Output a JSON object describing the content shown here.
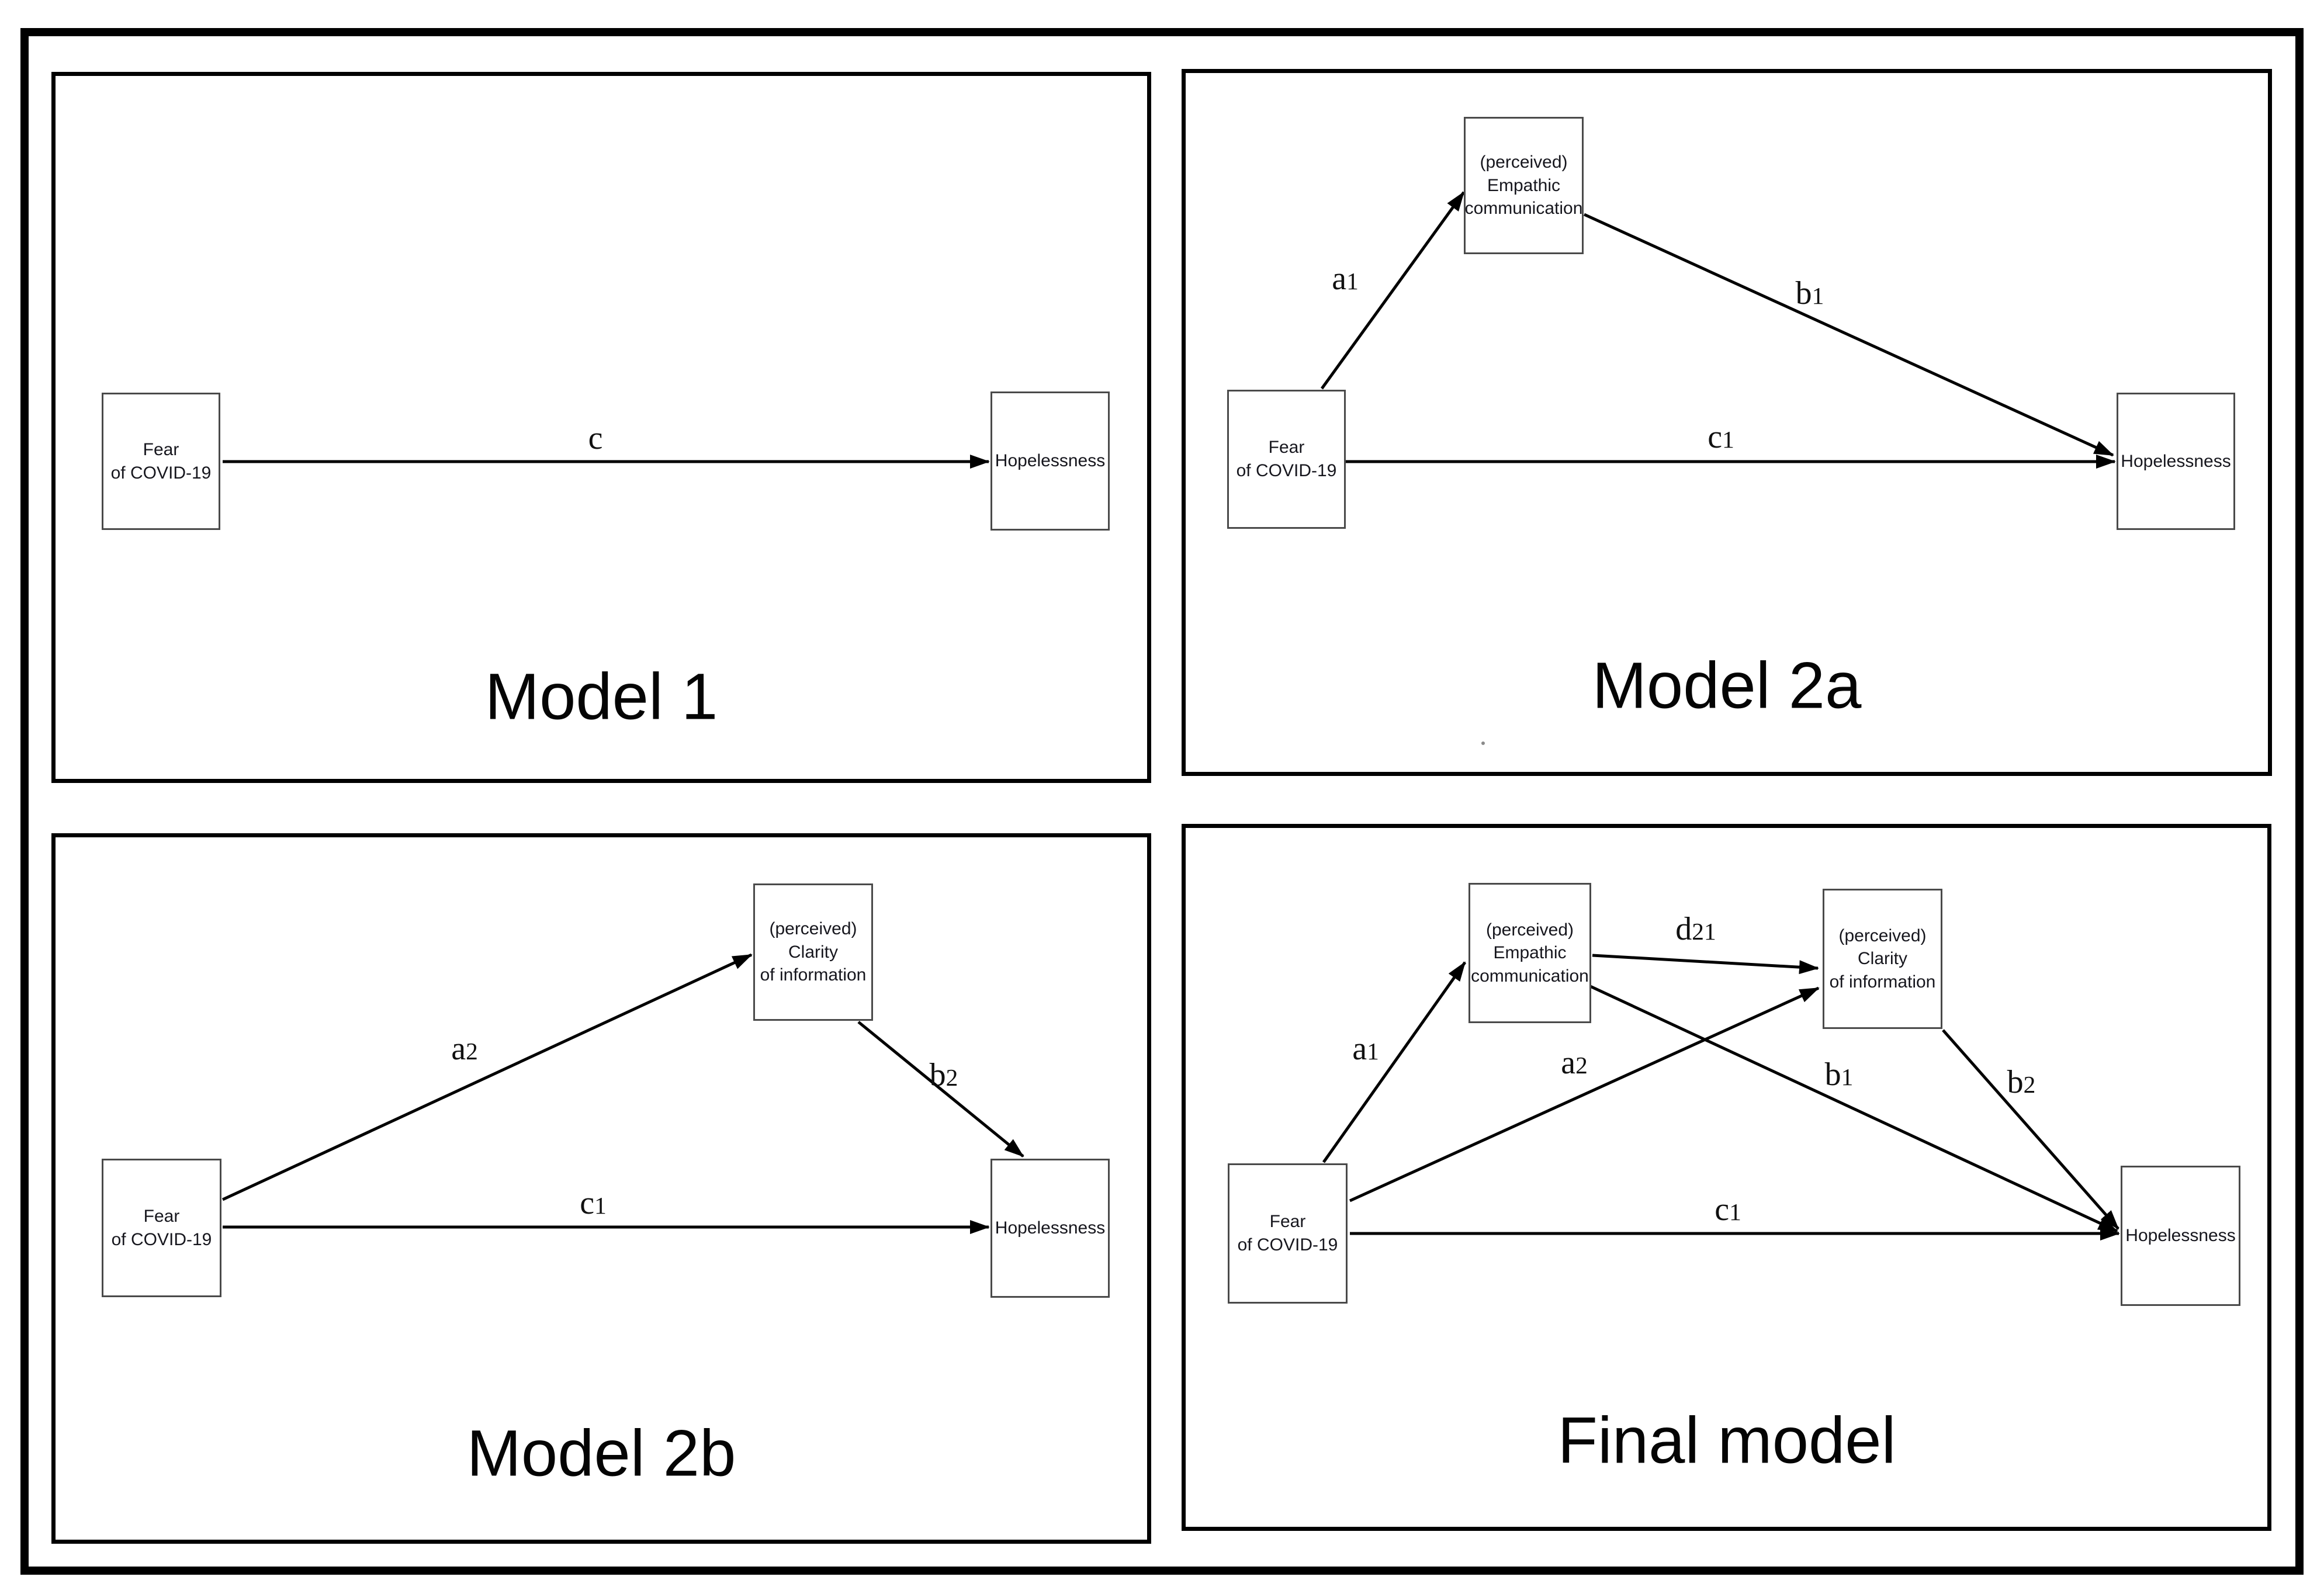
{
  "colors": {
    "line": "#000000",
    "panel_border": "#000000",
    "node_border": "#4a4a4a",
    "text": "#16161d"
  },
  "panels": [
    {
      "id": "model-1",
      "title": "Model 1",
      "nodes": {
        "fear": "Fear\nof COVID-19",
        "hopelessness": "Hopelessness"
      },
      "path_labels": {
        "c": {
          "main": "c",
          "sub": ""
        }
      }
    },
    {
      "id": "model-2a",
      "title": "Model 2a",
      "nodes": {
        "fear": "Fear\nof COVID-19",
        "empathic": "(perceived)\nEmpathic\ncommunication",
        "hopelessness": "Hopelessness"
      },
      "path_labels": {
        "a1": {
          "main": "a",
          "sub": "1"
        },
        "b1": {
          "main": "b",
          "sub": "1"
        },
        "c1": {
          "main": "c",
          "sub": "1"
        }
      }
    },
    {
      "id": "model-2b",
      "title": "Model 2b",
      "nodes": {
        "fear": "Fear\nof COVID-19",
        "clarity": "(perceived)\nClarity\nof information",
        "hopelessness": "Hopelessness"
      },
      "path_labels": {
        "a2": {
          "main": "a",
          "sub": "2"
        },
        "b2": {
          "main": "b",
          "sub": "2"
        },
        "c1": {
          "main": "c",
          "sub": "1"
        }
      }
    },
    {
      "id": "final-model",
      "title": "Final model",
      "nodes": {
        "fear": "Fear\nof COVID-19",
        "empathic": "(perceived)\nEmpathic\ncommunication",
        "clarity": "(perceived)\nClarity\nof information",
        "hopelessness": "Hopelessness"
      },
      "path_labels": {
        "a1": {
          "main": "a",
          "sub": "1"
        },
        "a2": {
          "main": "a",
          "sub": "2"
        },
        "d21": {
          "main": "d",
          "sub": "21"
        },
        "b1": {
          "main": "b",
          "sub": "1"
        },
        "b2": {
          "main": "b",
          "sub": "2"
        },
        "c1": {
          "main": "c",
          "sub": "1"
        }
      }
    }
  ]
}
